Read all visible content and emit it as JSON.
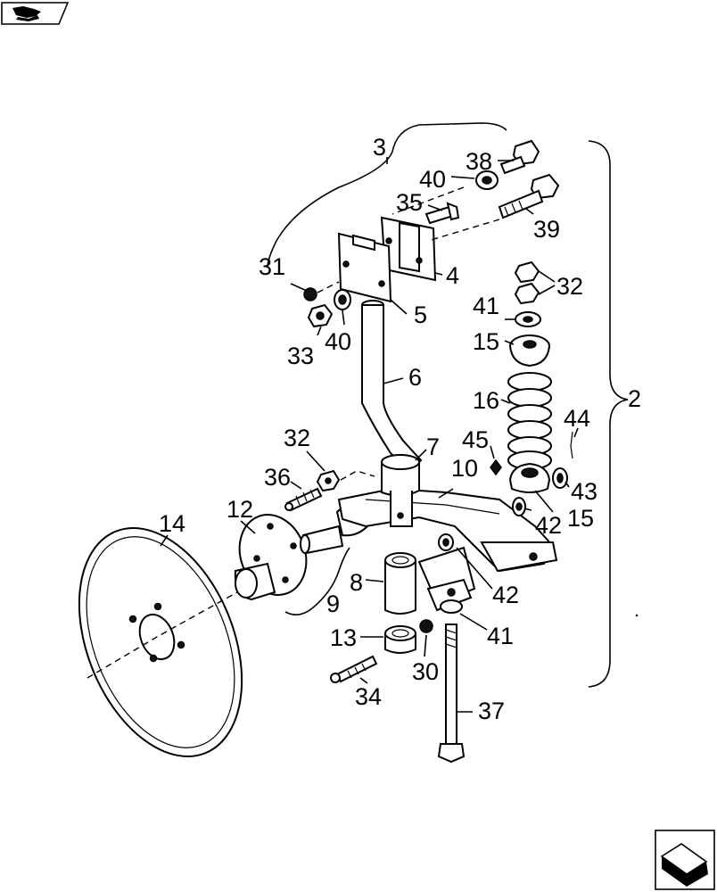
{
  "nav": {
    "back_icon": "book-flag-icon",
    "next_icon": "next-page-arrow-icon"
  },
  "diagram": {
    "labels": [
      {
        "id": "3",
        "text": "3"
      },
      {
        "id": "38",
        "text": "38"
      },
      {
        "id": "40a",
        "text": "40"
      },
      {
        "id": "35",
        "text": "35"
      },
      {
        "id": "39",
        "text": "39"
      },
      {
        "id": "31",
        "text": "31"
      },
      {
        "id": "4",
        "text": "4"
      },
      {
        "id": "32a",
        "text": "32"
      },
      {
        "id": "5",
        "text": "5"
      },
      {
        "id": "41a",
        "text": "41"
      },
      {
        "id": "33",
        "text": "33"
      },
      {
        "id": "40b",
        "text": "40"
      },
      {
        "id": "15a",
        "text": "15"
      },
      {
        "id": "6",
        "text": "6"
      },
      {
        "id": "16",
        "text": "16"
      },
      {
        "id": "2",
        "text": "2"
      },
      {
        "id": "44",
        "text": "44"
      },
      {
        "id": "32b",
        "text": "32"
      },
      {
        "id": "45",
        "text": "45"
      },
      {
        "id": "7",
        "text": "7"
      },
      {
        "id": "36",
        "text": "36"
      },
      {
        "id": "10",
        "text": "10"
      },
      {
        "id": "43",
        "text": "43"
      },
      {
        "id": "14",
        "text": "14"
      },
      {
        "id": "12",
        "text": "12"
      },
      {
        "id": "42a",
        "text": "42"
      },
      {
        "id": "15b",
        "text": "15"
      },
      {
        "id": "8",
        "text": "8"
      },
      {
        "id": "42b",
        "text": "42"
      },
      {
        "id": "9",
        "text": "9"
      },
      {
        "id": "41b",
        "text": "41"
      },
      {
        "id": "13",
        "text": "13"
      },
      {
        "id": "30",
        "text": "30"
      },
      {
        "id": "34",
        "text": "34"
      },
      {
        "id": "37",
        "text": "37"
      }
    ]
  }
}
